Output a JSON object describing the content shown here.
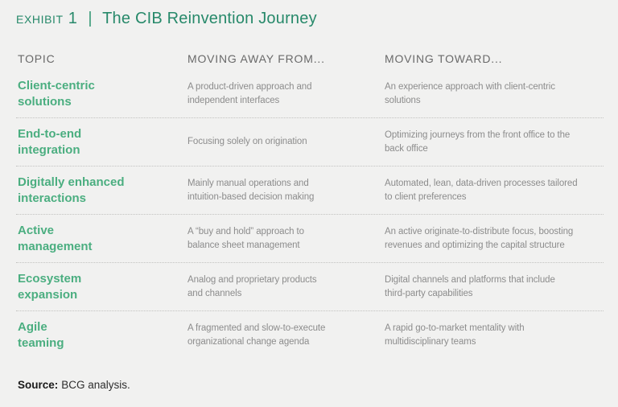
{
  "exhibit": {
    "label": "Exhibit 1",
    "separator": "|",
    "title": "The CIB Reinvention Journey"
  },
  "table": {
    "headers": [
      "TOPIC",
      "MOVING AWAY FROM...",
      "MOVING TOWARD..."
    ],
    "rows": [
      {
        "topic": "Client-centric\nsolutions",
        "away": "A product-driven approach and\nindependent interfaces",
        "toward": "An experience approach with client-centric\nsolutions"
      },
      {
        "topic": "End-to-end\nintegration",
        "away": "Focusing solely on origination",
        "toward": "Optimizing journeys from the front office to the\nback office"
      },
      {
        "topic": "Digitally enhanced\ninteractions",
        "away": "Mainly manual operations and\nintuition-based decision making",
        "toward": "Automated, lean, data-driven processes tailored\nto client preferences"
      },
      {
        "topic": "Active\nmanagement",
        "away": "A “buy and hold” approach to\nbalance sheet management",
        "toward": "An active originate-to-distribute focus, boosting\nrevenues and optimizing the capital structure"
      },
      {
        "topic": "Ecosystem\nexpansion",
        "away": "Analog and proprietary products\nand channels",
        "toward": "Digital channels and platforms that include\nthird-party capabilities"
      },
      {
        "topic": "Agile\nteaming",
        "away": "A fragmented and slow-to-execute\norganizational change agenda",
        "toward": "A rapid go-to-market mentality with\nmultidisciplinary teams"
      }
    ]
  },
  "source": {
    "label": "Source:",
    "text": "BCG analysis."
  },
  "colors": {
    "title_green": "#27896a",
    "topic_green": "#4bae80",
    "header_gray": "#6a6a6a",
    "body_gray": "#8c8c8c",
    "background": "#f1f1f0",
    "divider": "#c2c2c0"
  }
}
